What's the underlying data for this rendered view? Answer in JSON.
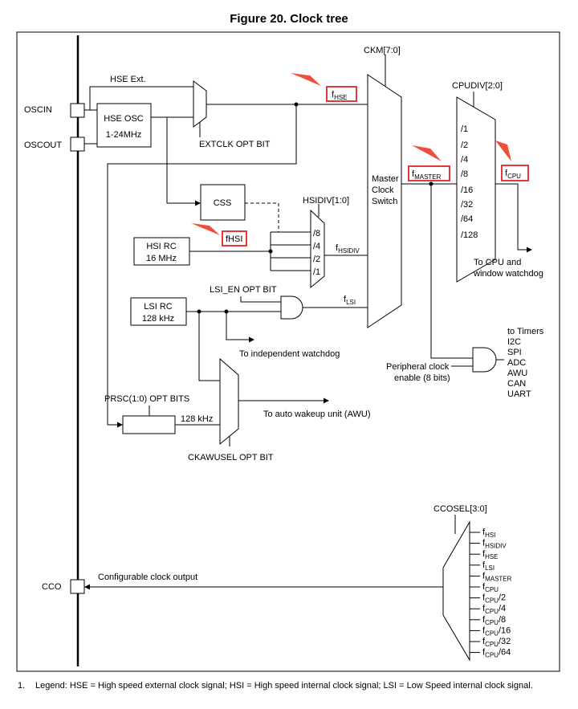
{
  "figure_title": "Figure 20. Clock tree",
  "pins": {
    "oscin": "OSCIN",
    "oscout": "OSCOUT",
    "cco": "CCO"
  },
  "blocks": {
    "hse_ext": "HSE Ext.",
    "hse_osc_line1": "HSE OSC",
    "hse_osc_line2": "1-24MHz",
    "extclk": "EXTCLK OPT BIT",
    "css": "CSS",
    "hsi_rc_line1": "HSI RC",
    "hsi_rc_line2": "16 MHz",
    "lsi_rc_line1": "LSI RC",
    "lsi_rc_line2": "128 kHz",
    "lsi_en": "LSI_EN OPT BIT",
    "to_iwdg": "To independent watchdog",
    "prsc": "PRSC(1:0) OPT BITS",
    "prsc_out": "128 kHz",
    "to_awu": "To auto wakeup unit (AWU)",
    "ckawusel": "CKAWUSEL OPT BIT",
    "ckm": "CKM[7:0]",
    "master_line1": "Master",
    "master_line2": "Clock",
    "master_line3": "Switch",
    "hsidiv": "HSIDIV[1:0]",
    "cpudiv": "CPUDIV[2:0]",
    "to_cpu_line1": "To CPU and",
    "to_cpu_line2": "window watchdog",
    "periph_line1": "Peripheral clock",
    "periph_line2": "enable (8 bits)",
    "ccosel": "CCOSEL[3:0]",
    "cco_label": "Configurable clock output"
  },
  "hsidiv_options": [
    "/8",
    "/4",
    "/2",
    "/1"
  ],
  "cpudiv_options": [
    "/1",
    "/2",
    "/4",
    "/8",
    "/16",
    "/32",
    "/64",
    "/128"
  ],
  "peripherals": [
    "to Timers",
    "I2C",
    "SPI",
    "ADC",
    "AWU",
    "CAN",
    "UART"
  ],
  "signals": {
    "fhse": {
      "base": "f",
      "sub": "HSE"
    },
    "fhsi": "fHSI",
    "fhsidiv": {
      "base": "f",
      "sub": "HSIDIV"
    },
    "flsi": {
      "base": "f",
      "sub": "LSI"
    },
    "fmaster": {
      "base": "f",
      "sub": "MASTER"
    },
    "fcpu": {
      "base": "f",
      "sub": "CPU"
    }
  },
  "cco_inputs": [
    {
      "base": "f",
      "sub": "HSI",
      "suffix": ""
    },
    {
      "base": "f",
      "sub": "HSIDIV",
      "suffix": ""
    },
    {
      "base": "f",
      "sub": "HSE",
      "suffix": ""
    },
    {
      "base": "f",
      "sub": "LSI",
      "suffix": ""
    },
    {
      "base": "f",
      "sub": "MASTER",
      "suffix": ""
    },
    {
      "base": "f",
      "sub": "CPU",
      "suffix": ""
    },
    {
      "base": "f",
      "sub": "CPU",
      "suffix": "/2"
    },
    {
      "base": "f",
      "sub": "CPU",
      "suffix": "/4"
    },
    {
      "base": "f",
      "sub": "CPU",
      "suffix": "/8"
    },
    {
      "base": "f",
      "sub": "CPU",
      "suffix": "/16"
    },
    {
      "base": "f",
      "sub": "CPU",
      "suffix": "/32"
    },
    {
      "base": "f",
      "sub": "CPU",
      "suffix": "/64"
    }
  ],
  "colors": {
    "highlight": "#e03a3a",
    "pointer_arrow": "#f04e3a"
  },
  "footnote": {
    "number": "1.",
    "text": "Legend: HSE = High speed external clock signal; HSI = High speed internal clock signal; LSI = Low Speed internal clock signal."
  }
}
